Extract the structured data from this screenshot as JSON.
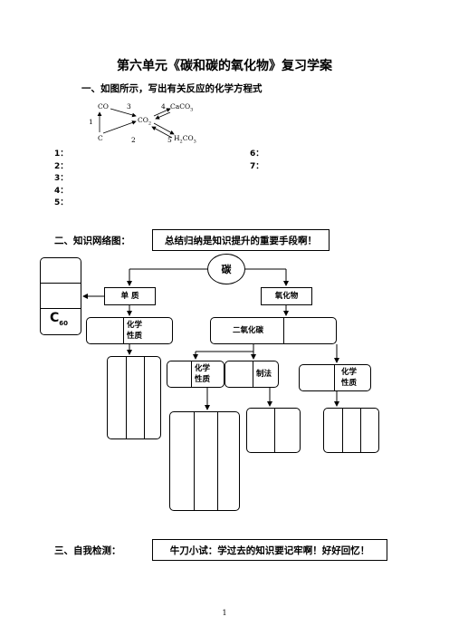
{
  "title": "第六单元《碳和碳的氧化物》复习学案",
  "section1": {
    "heading": "一、如图所示，写出有关反应的化学方程式",
    "diagram": {
      "co": "CO",
      "c": "C",
      "co2": "CO",
      "co2_sub": "2",
      "caco3": "CaCO",
      "caco3_sub": "3",
      "h2co3_a": "H",
      "h2co3_b": "CO",
      "h2co3_sub1": "2",
      "h2co3_sub2": "3",
      "n1": "1",
      "n2": "2",
      "n3": "3",
      "n4": "4",
      "n5": "5"
    },
    "answers_left": [
      "1：",
      "2：",
      "3：",
      "4：",
      "5："
    ],
    "answers_right": [
      "6：",
      "7："
    ]
  },
  "section2": {
    "heading": "二、知识网络图：",
    "note": "总结归纳是知识提升的重要手段啊！",
    "root": "碳",
    "simple": "单  质",
    "oxide": "氧化物",
    "c60": "C",
    "c60_sub": "60",
    "chem_prop": "化学\n性质",
    "co2": "二氧化碳",
    "co2_chem": "化学\n性质",
    "co2_prep": "制法",
    "co_chem": "化学\n性质"
  },
  "section3": {
    "heading": "三、自我检测：",
    "note": "牛刀小试：学过去的知识要记牢啊！好好回忆！"
  },
  "page_number": "1"
}
